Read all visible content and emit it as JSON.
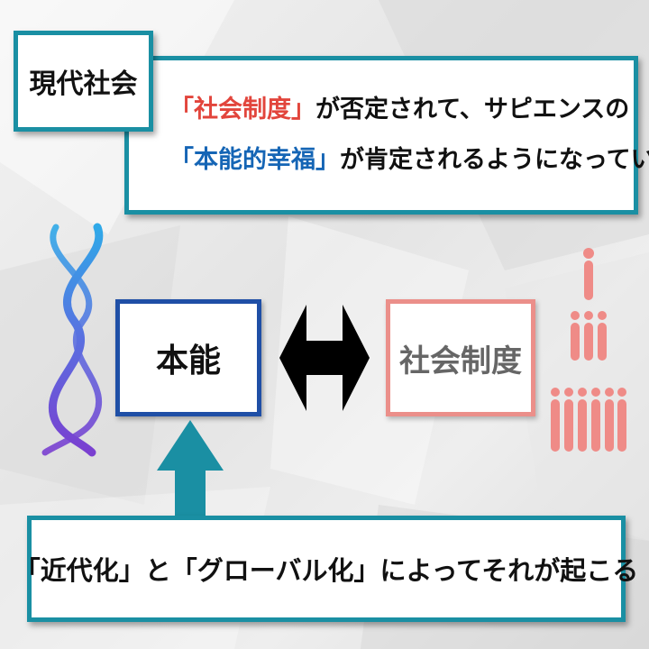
{
  "label": "現代社会",
  "statement": {
    "line1": {
      "highlight": "「社会制度」",
      "rest": "が否定されて、サピエンスの"
    },
    "line2": {
      "highlight": "「本能的幸福」",
      "rest": "が肯定されるようになっていく"
    }
  },
  "left_node": "本能",
  "right_node": "社会制度",
  "bottom_caption": "「近代化」と「グローバル化」によってそれが起こる",
  "icons": {
    "left": "dna-icon",
    "right": "people-crowd-icon",
    "center": "double-arrow-icon",
    "up": "up-arrow-icon"
  },
  "colors": {
    "teal": "#1a8fa3",
    "red": "#e2453c",
    "blue": "#1565b5",
    "pink": "#eb8f8a",
    "navy": "#1f4fa6"
  }
}
